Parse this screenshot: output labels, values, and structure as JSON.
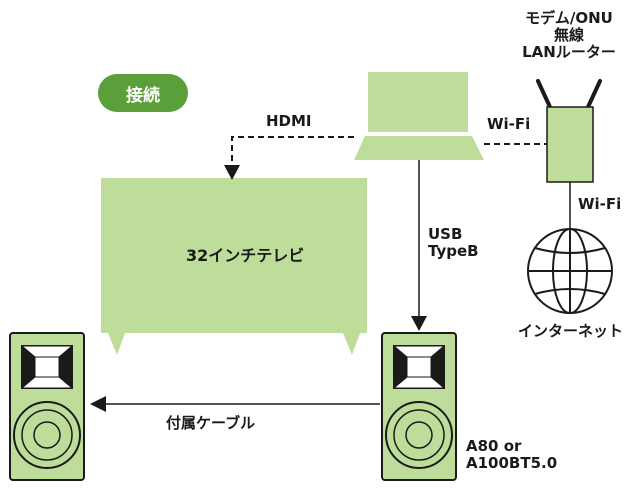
{
  "badge": "接続",
  "tv": {
    "label": "32インチテレビ"
  },
  "links": {
    "hdmi": "HDMI",
    "wifi_pc": "Wi-Fi",
    "wifi_net": "Wi-Fi",
    "usb": [
      "USB",
      "TypeB"
    ],
    "cable": "付属ケーブル"
  },
  "router": {
    "label": [
      "モデム/ONU",
      "無線",
      "LANルーター"
    ]
  },
  "internet": {
    "label": "インターネット"
  },
  "speaker": {
    "model": [
      "A80 or",
      "A100BT5.0"
    ]
  },
  "colors": {
    "green_fill": "#bedd9a",
    "badge_green": "#5a9f3a",
    "line": "#1a1a1a"
  }
}
